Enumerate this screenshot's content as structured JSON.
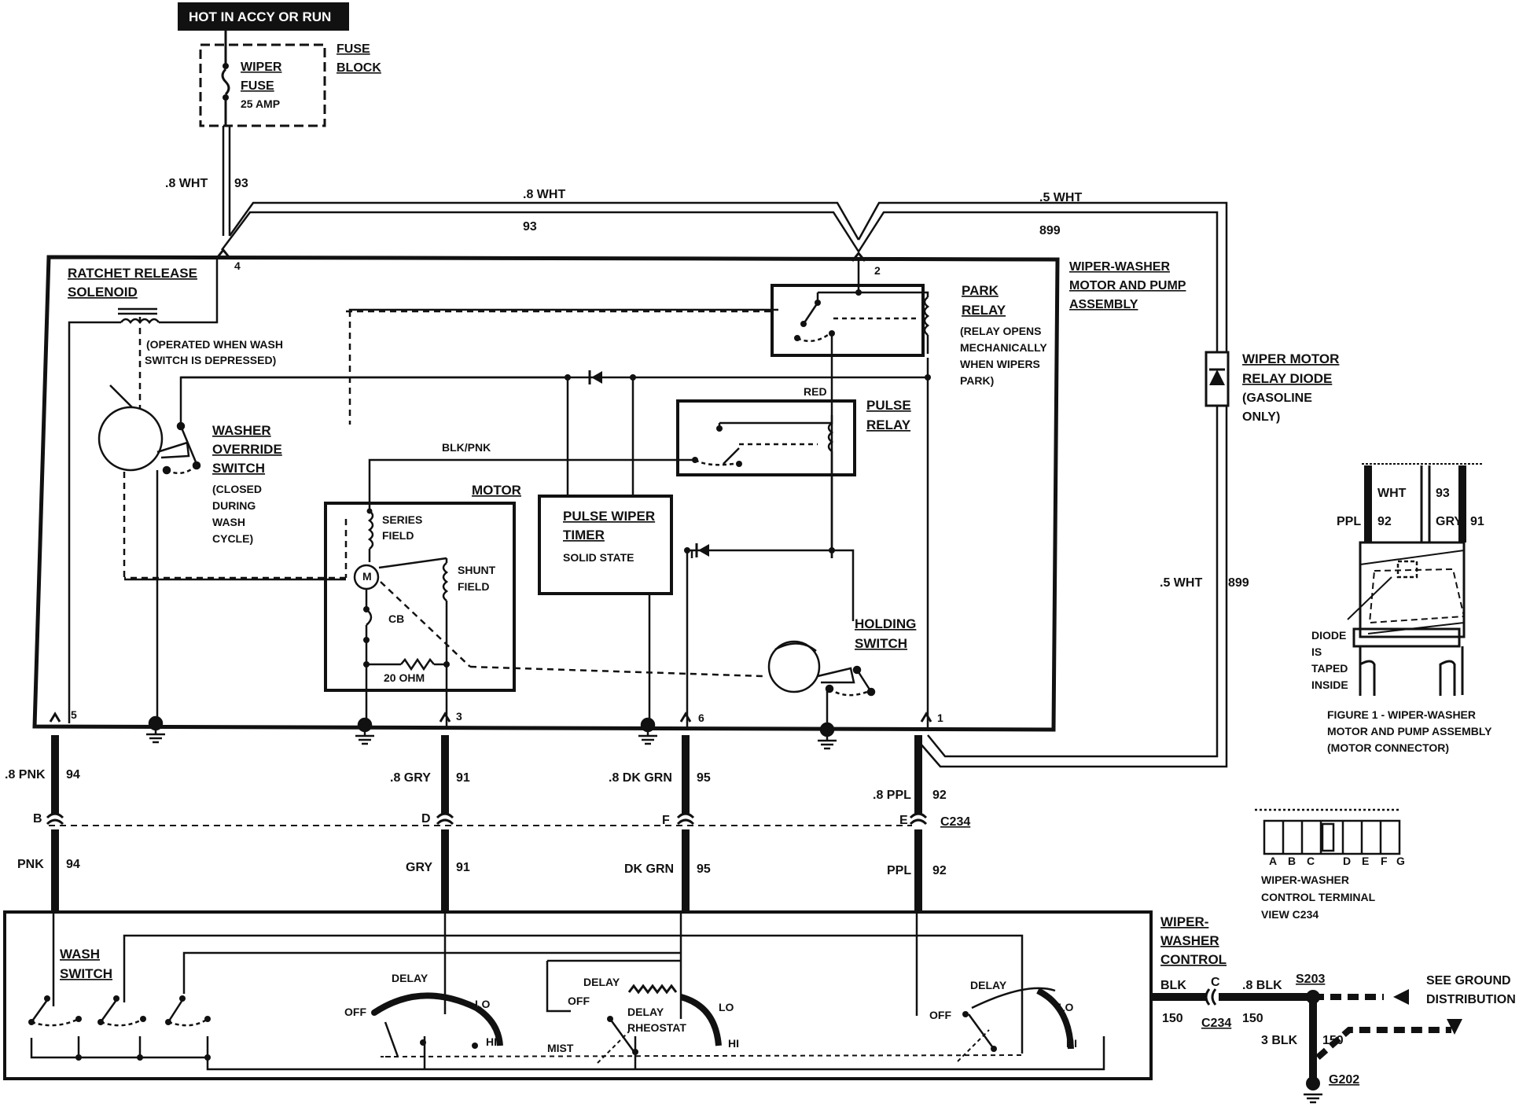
{
  "top": {
    "hot_label": "HOT IN ACCY OR RUN",
    "fuse_block": [
      "FUSE",
      "BLOCK"
    ],
    "wiper_fuse": [
      "WIPER",
      "FUSE"
    ],
    "fuse_rating": "25 AMP"
  },
  "wires": {
    "w93_gauge": ".8 WHT",
    "w93_num": "93",
    "top_mid_gauge": ".8 WHT",
    "top_mid_num": "93",
    "w899_top_gauge": ".5 WHT",
    "w899_top_num": "899",
    "w899_side_gauge": ".5 WHT",
    "w899_side_num": "899",
    "pnk_gauge": ".8 PNK",
    "pnk_num": "94",
    "gry_gauge": ".8 GRY",
    "gry_num": "91",
    "dkgrn_gauge": ".8 DK GRN",
    "dkgrn_num": "95",
    "ppl_gauge": ".8 PPL",
    "ppl_num": "92",
    "pnk_lower": "PNK",
    "pnk_lower_num": "94",
    "gry_lower": "GRY",
    "gry_lower_num": "91",
    "dkgrn_lower": "DK GRN",
    "dkgrn_lower_num": "95",
    "ppl_lower": "PPL",
    "ppl_lower_num": "92",
    "red": "RED",
    "blk_pnk": "BLK/PNK"
  },
  "pins": {
    "p4": "4",
    "p2": "2",
    "p5": "5",
    "p3": "3",
    "p6": "6",
    "p1": "1",
    "cB": "B",
    "cD": "D",
    "cF": "F",
    "cE": "E",
    "c234": "C234",
    "cC": "C"
  },
  "assembly": {
    "title": [
      "WIPER-WASHER",
      "MOTOR AND PUMP",
      "ASSEMBLY"
    ],
    "ratchet": [
      "RATCHET RELEASE",
      "SOLENOID"
    ],
    "ratchet_note": [
      "(OPERATED WHEN WASH",
      "SWITCH IS DEPRESSED)"
    ],
    "washer_override": [
      "WASHER",
      "OVERRIDE",
      "SWITCH"
    ],
    "washer_override_note": [
      "(CLOSED",
      "DURING",
      "WASH",
      "CYCLE)"
    ],
    "park_relay": [
      "PARK",
      "RELAY"
    ],
    "park_relay_note": [
      "(RELAY OPENS",
      "MECHANICALLY",
      "WHEN WIPERS",
      "PARK)"
    ],
    "pulse_relay": [
      "PULSE",
      "RELAY"
    ],
    "motor": "MOTOR",
    "series_field": [
      "SERIES",
      "FIELD"
    ],
    "shunt_field": [
      "SHUNT",
      "FIELD"
    ],
    "motor_m": "M",
    "cb": "CB",
    "ohm": "20 OHM",
    "pulse_timer": [
      "PULSE WIPER",
      "TIMER"
    ],
    "solid_state": "SOLID STATE",
    "holding_switch": [
      "HOLDING",
      "SWITCH"
    ]
  },
  "diode": {
    "title": [
      "WIPER MOTOR",
      "RELAY DIODE"
    ],
    "note": [
      "(GASOLINE",
      "ONLY)"
    ]
  },
  "figure1": {
    "wires": [
      "PPL",
      "92",
      "WHT",
      "93",
      "GRY",
      "91"
    ],
    "diode_note": [
      "DIODE",
      "IS",
      "TAPED",
      "INSIDE"
    ],
    "caption": [
      "FIGURE 1 - WIPER-WASHER",
      "MOTOR AND PUMP ASSEMBLY",
      "(MOTOR CONNECTOR)"
    ]
  },
  "terminal_view": {
    "letters": [
      "A",
      "B",
      "C",
      "D",
      "E",
      "F",
      "G"
    ],
    "caption": [
      "WIPER-WASHER",
      "CONTROL TERMINAL",
      "VIEW C234"
    ]
  },
  "control": {
    "title": [
      "WIPER-",
      "WASHER",
      "CONTROL"
    ],
    "wash_switch": [
      "WASH",
      "SWITCH"
    ],
    "delay": "DELAY",
    "off": "OFF",
    "lo": "LO",
    "hi": "HI",
    "delay_rheostat": [
      "DELAY",
      "RHEOSTAT"
    ],
    "mist": "MIST"
  },
  "ground": {
    "blk": "BLK",
    "blk_num": "150",
    "blk2": ".8 BLK",
    "blk2_num": "150",
    "s203": "S203",
    "blk3": "3 BLK",
    "blk3_num": "150",
    "g202": "G202",
    "see": [
      "SEE GROUND",
      "DISTRIBUTION"
    ]
  }
}
